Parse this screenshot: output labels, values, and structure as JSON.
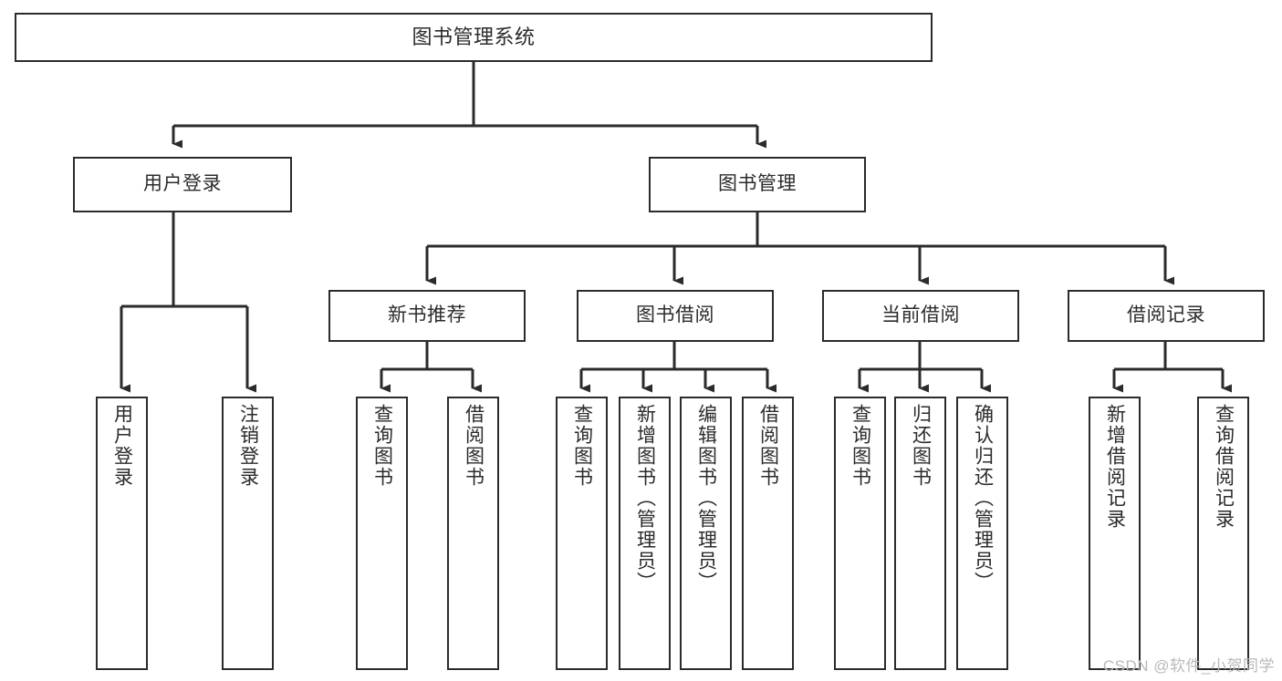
{
  "diagram": {
    "title": "图书管理系统",
    "type": "tree",
    "colors": {
      "stroke": "#2b2b2b",
      "fill": "#ffffff",
      "text": "#2b2b2b",
      "watermark": "#b9b9b9"
    },
    "watermark": "CSDN @软件_小贺同学",
    "root": {
      "label": "图书管理系统"
    },
    "level2": [
      {
        "label": "用户登录"
      },
      {
        "label": "图书管理"
      }
    ],
    "level3": [
      {
        "label": "新书推荐"
      },
      {
        "label": "图书借阅"
      },
      {
        "label": "当前借阅"
      },
      {
        "label": "借阅记录"
      }
    ],
    "leaves": {
      "user_login": [
        {
          "label": "用户登录"
        },
        {
          "label": "注销登录"
        }
      ],
      "new_book_recommend": [
        {
          "label": "查询图书"
        },
        {
          "label": "借阅图书"
        }
      ],
      "book_borrow": [
        {
          "label": "查询图书"
        },
        {
          "label": "新增图书（管理员）"
        },
        {
          "label": "编辑图书（管理员）"
        },
        {
          "label": "借阅图书"
        }
      ],
      "current_borrow": [
        {
          "label": "查询图书"
        },
        {
          "label": "归还图书"
        },
        {
          "label": "确认归还（管理员）"
        }
      ],
      "borrow_record": [
        {
          "label": "新增借阅记录"
        },
        {
          "label": "查询借阅记录"
        }
      ]
    }
  }
}
